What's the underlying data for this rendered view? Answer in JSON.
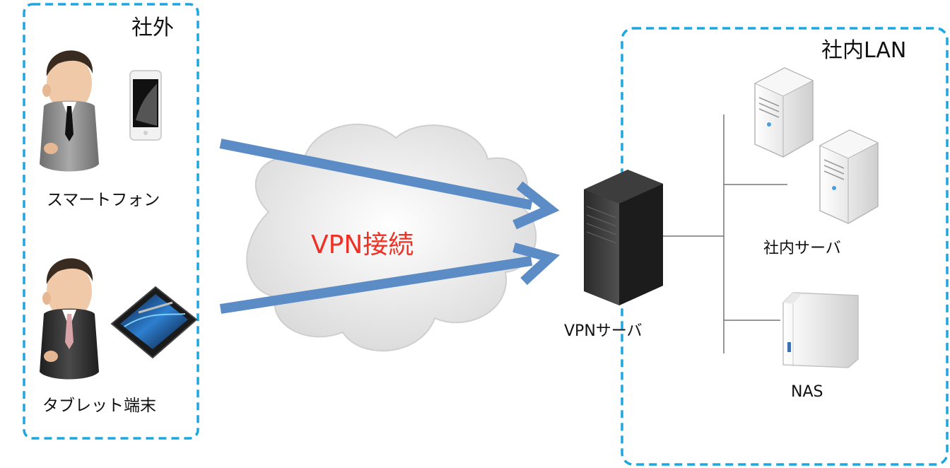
{
  "groups": {
    "outside": {
      "title": "社外"
    },
    "lan": {
      "title": "社内LAN"
    }
  },
  "devices": {
    "smartphone": "スマートフォン",
    "tablet": "タブレット端末"
  },
  "connection": {
    "label": "VPN接続"
  },
  "servers": {
    "vpn": "VPNサーバ",
    "internal": "社内サーバ",
    "nas": "NAS"
  },
  "colors": {
    "group_border": "#1ea6df",
    "arrow": "#5b8cc6",
    "connection_text": "#ee3124",
    "cloud_fill": "#e6e6e6"
  }
}
